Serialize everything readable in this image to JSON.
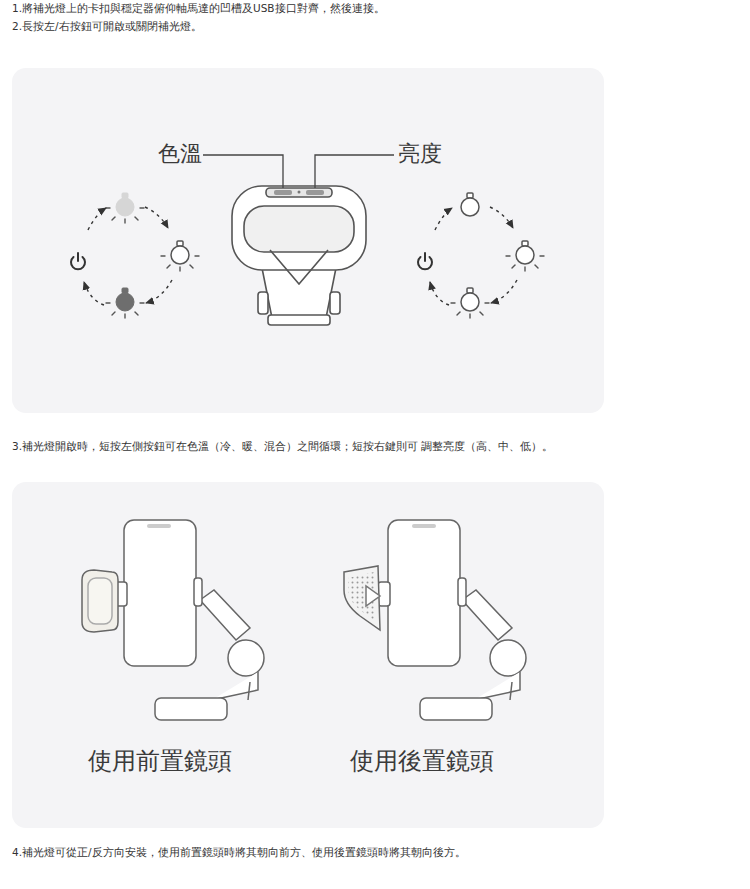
{
  "diagram": {
    "labels": [
      "1.將補光燈上的卡扣與穩定器俯仰軸馬達的凹槽及USB接口對齊，然後連接。",
      "2.長按左/右按鈕可開啟或關閉補光燈。",
      "色溫",
      "亮度",
      "3.補光燈開啟時，短按左側按鈕可在色溫（冷、暖、混合）之間循環；短按右鍵則可 調整亮度（高、中、低）。",
      "使用前置鏡頭",
      "使用後置鏡頭",
      "4.補光燈可從正/反方向安裝，使用前置鏡頭時將其朝向前方、使用後置鏡頭時將其朝向後方。"
    ]
  }
}
